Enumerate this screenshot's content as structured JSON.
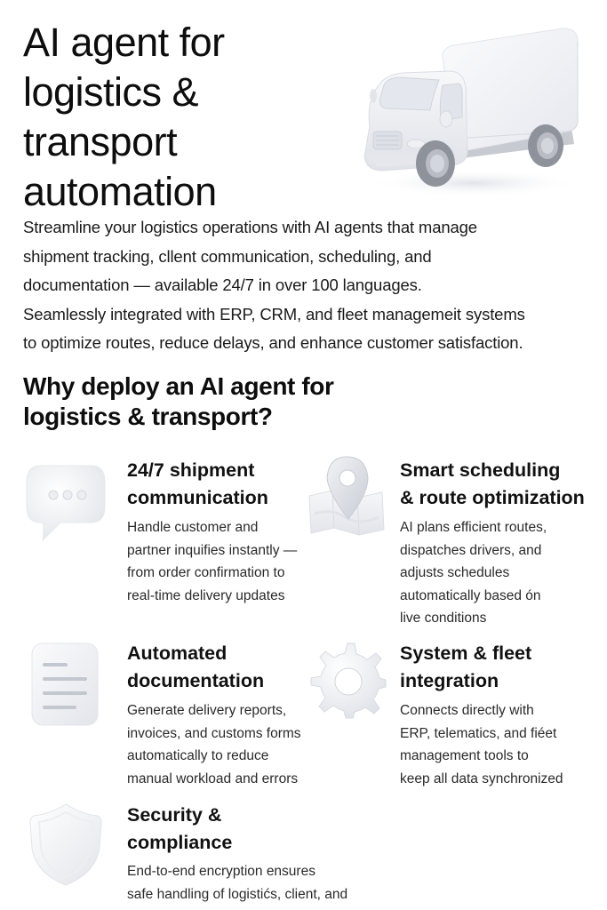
{
  "hero": {
    "title_lines": [
      "AI agent for",
      "logistics &",
      "transport",
      "automation"
    ],
    "image": "delivery-truck-icon"
  },
  "intro": {
    "lines": [
      "Streamline your logistics operations with AI agents that manage",
      "shipment tracking, cllent communication, scheduling, and",
      "documentation — available 24/7 in over 100 languages.",
      "Seamlessly integrated with ERP, CRM, and fleet managemeit systems",
      "to optimize routes, reduce delays, and enhance customer satisfaction."
    ]
  },
  "why": {
    "title_lines": [
      "Why deploy an AI agent for",
      "logistics & transport?"
    ]
  },
  "features": [
    {
      "icon": "chat-bubble-icon",
      "title_lines": [
        "24/7 shipment",
        "communication"
      ],
      "desc_lines": [
        "Handle customer and",
        "partner inquifies instantly —",
        "from order confirmation to",
        "real-time delivery updates"
      ]
    },
    {
      "icon": "map-pin-icon",
      "title_lines": [
        "Smart scheduling",
        "& route optimization"
      ],
      "desc_lines": [
        "AI plans efficient routes,",
        "dispatches drivers, and",
        "adjusts schedules",
        "automatically based ón",
        "live conditions"
      ]
    },
    {
      "icon": "document-icon",
      "title_lines": [
        "Automated",
        "documentation"
      ],
      "desc_lines": [
        "Generate delivery reports,",
        "invoices, and customs forms",
        "automatically to reduce",
        "manual workload and errors"
      ]
    },
    {
      "icon": "gear-icon",
      "title_lines": [
        "System & fleet",
        "integration"
      ],
      "desc_lines": [
        "Connects directly with",
        "ERP, telematics, and fiéet",
        "management tools to",
        "keep all data synchronized"
      ]
    },
    {
      "icon": "shield-icon",
      "title_lines": [
        "Security &",
        "compliance"
      ],
      "desc_lines": [
        "End-to-end encryption ensures",
        "safe handling of logistićs, client, and"
      ]
    }
  ],
  "colors": {
    "background": "#ffffff",
    "text": "#111111",
    "icon_body": "#f1f2f5",
    "icon_shade": "#c9ccd3"
  }
}
